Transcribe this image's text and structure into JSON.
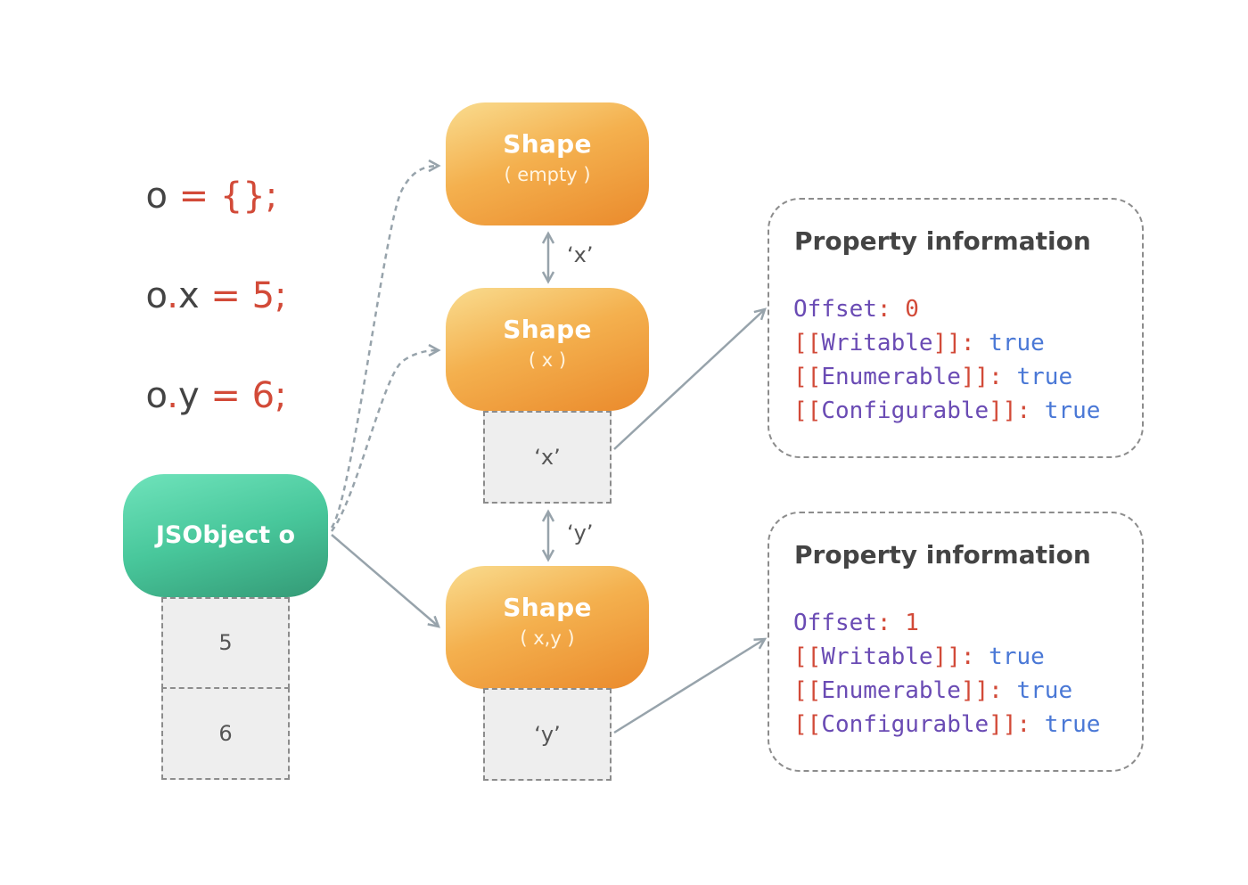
{
  "code": [
    {
      "tokens": [
        {
          "t": "o ",
          "c": "dark"
        },
        {
          "t": "= ",
          "c": "red"
        },
        {
          "t": "{}",
          "c": "red"
        },
        {
          "t": ";",
          "c": "red"
        }
      ]
    },
    {
      "tokens": [
        {
          "t": "o",
          "c": "dark"
        },
        {
          "t": ".",
          "c": "red"
        },
        {
          "t": "x ",
          "c": "dark"
        },
        {
          "t": "= ",
          "c": "red"
        },
        {
          "t": "5;",
          "c": "red"
        }
      ]
    },
    {
      "tokens": [
        {
          "t": "o",
          "c": "dark"
        },
        {
          "t": ".",
          "c": "red"
        },
        {
          "t": "y ",
          "c": "dark"
        },
        {
          "t": "= ",
          "c": "red"
        },
        {
          "t": "6;",
          "c": "red"
        }
      ]
    }
  ],
  "shapes": [
    {
      "title": "Shape",
      "subtitle": "( empty )"
    },
    {
      "title": "Shape",
      "subtitle": "( x )",
      "key": "‘x’"
    },
    {
      "title": "Shape",
      "subtitle": "( x,y )",
      "key": "‘y’"
    }
  ],
  "transitions": [
    "‘x’",
    "‘y’"
  ],
  "jsobject": {
    "label": "JSObject o",
    "values": [
      "5",
      "6"
    ]
  },
  "property_info": [
    {
      "title": "Property information",
      "offset_label": "Offset",
      "offset_value": "0",
      "attributes": [
        {
          "name": "Writable",
          "value": "true"
        },
        {
          "name": "Enumerable",
          "value": "true"
        },
        {
          "name": "Configurable",
          "value": "true"
        }
      ]
    },
    {
      "title": "Property information",
      "offset_label": "Offset",
      "offset_value": "1",
      "attributes": [
        {
          "name": "Writable",
          "value": "true"
        },
        {
          "name": "Enumerable",
          "value": "true"
        },
        {
          "name": "Configurable",
          "value": "true"
        }
      ]
    }
  ],
  "colors": {
    "shape_orange": "#f4b04e",
    "jsobject_green": "#48c79b",
    "code_red": "#d24a38",
    "keyword_purple": "#6a4bb4",
    "value_blue": "#4a78d6",
    "connector_gray": "#97a3ab"
  }
}
